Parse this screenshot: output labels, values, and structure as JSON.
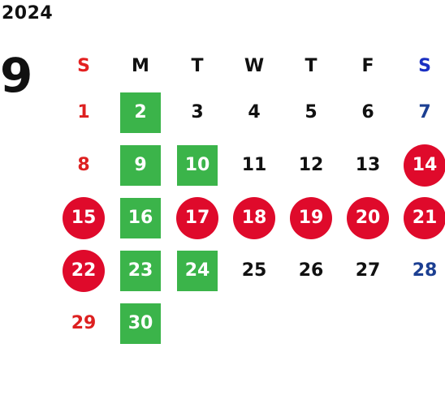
{
  "year": "2024",
  "month": "9",
  "colors": {
    "sunday_text": "#dd2020",
    "saturday_text": "#1c3f92",
    "green_box": "#3bb44a",
    "red_circle": "#df0a2b",
    "sunday_header": "#e32020",
    "saturday_header": "#1a2fc2"
  },
  "weekdays": [
    "S",
    "M",
    "T",
    "W",
    "T",
    "F",
    "S"
  ],
  "weeks": [
    [
      {
        "day": "1",
        "style": "sun"
      },
      {
        "day": "2",
        "style": "green"
      },
      {
        "day": "3",
        "style": "plain"
      },
      {
        "day": "4",
        "style": "plain"
      },
      {
        "day": "5",
        "style": "plain"
      },
      {
        "day": "6",
        "style": "plain"
      },
      {
        "day": "7",
        "style": "sat"
      }
    ],
    [
      {
        "day": "8",
        "style": "sun"
      },
      {
        "day": "9",
        "style": "green"
      },
      {
        "day": "10",
        "style": "green"
      },
      {
        "day": "11",
        "style": "plain"
      },
      {
        "day": "12",
        "style": "plain"
      },
      {
        "day": "13",
        "style": "plain"
      },
      {
        "day": "14",
        "style": "red"
      }
    ],
    [
      {
        "day": "15",
        "style": "red"
      },
      {
        "day": "16",
        "style": "green"
      },
      {
        "day": "17",
        "style": "red"
      },
      {
        "day": "18",
        "style": "red"
      },
      {
        "day": "19",
        "style": "red"
      },
      {
        "day": "20",
        "style": "red"
      },
      {
        "day": "21",
        "style": "red"
      }
    ],
    [
      {
        "day": "22",
        "style": "red"
      },
      {
        "day": "23",
        "style": "green"
      },
      {
        "day": "24",
        "style": "green"
      },
      {
        "day": "25",
        "style": "plain"
      },
      {
        "day": "26",
        "style": "plain"
      },
      {
        "day": "27",
        "style": "plain"
      },
      {
        "day": "28",
        "style": "sat"
      }
    ],
    [
      {
        "day": "29",
        "style": "sun"
      },
      {
        "day": "30",
        "style": "green"
      }
    ]
  ]
}
